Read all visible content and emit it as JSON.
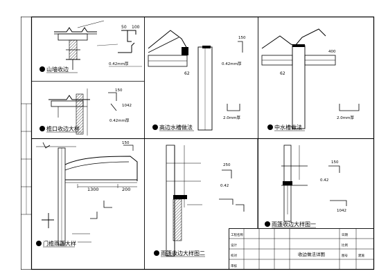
{
  "panels": [
    {
      "caption": "山墙收边",
      "dims": [
        "50",
        "100",
        "0.42mm厚"
      ]
    },
    {
      "caption": "檐口收边大样",
      "dims": [
        "150",
        "0.42mm厚",
        "1042"
      ]
    },
    {
      "caption": "高边水槽做法",
      "dims": [
        "62",
        "0.42mm厚",
        "150",
        "2.0mm厚"
      ]
    },
    {
      "caption": "中水槽做法",
      "dims": [
        "62",
        "400",
        "2.0mm厚"
      ]
    },
    {
      "caption": "门檐雨篷大样",
      "dims": [
        "1300",
        "200",
        "150"
      ]
    },
    {
      "caption": "雨篷收边大样图二",
      "dims": [
        "250",
        "0.42"
      ]
    },
    {
      "caption": "雨篷收边大样图一",
      "dims": [
        "150",
        "0.42",
        "1042"
      ]
    }
  ],
  "title_block": {
    "drawing_title": "收边做法详图",
    "cells": [
      "工程名称",
      "设计",
      "校对",
      "审核",
      "日期",
      "比例",
      "图号",
      "建施"
    ]
  }
}
